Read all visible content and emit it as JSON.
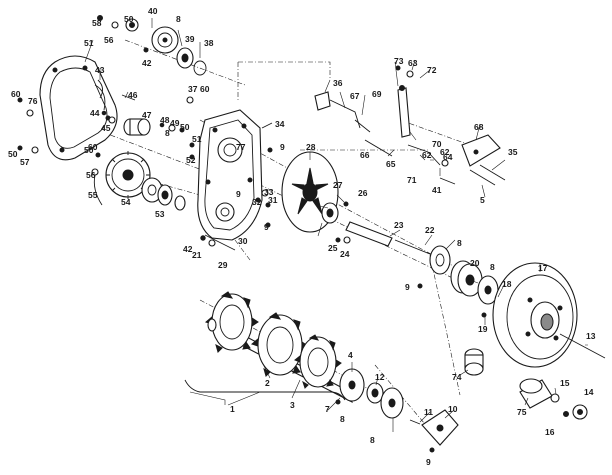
{
  "callouts": {
    "c1": "1",
    "c2": "2",
    "c3": "3",
    "c4": "4",
    "c5": "5",
    "c7": "7",
    "c8a": "8",
    "c8b": "8",
    "c8c": "8",
    "c8d": "8",
    "c8e": "8",
    "c8f": "8",
    "c9a": "9",
    "c9b": "9",
    "c9c": "9",
    "c9d": "9",
    "c9e": "9",
    "c10": "10",
    "c11": "11",
    "c12": "12",
    "c13": "13",
    "c14": "14",
    "c15": "15",
    "c16": "16",
    "c17": "17",
    "c18": "18",
    "c19": "19",
    "c20": "20",
    "c21": "21",
    "c22": "22",
    "c23": "23",
    "c24": "24",
    "c25": "25",
    "c26": "26",
    "c27": "27",
    "c28": "28",
    "c29": "29",
    "c30": "30",
    "c31": "31",
    "c32": "32",
    "c33": "33",
    "c34": "34",
    "c35": "35",
    "c36": "36",
    "c37": "37",
    "c38": "38",
    "c39": "39",
    "c40": "40",
    "c41": "41",
    "c42a": "42",
    "c42b": "42",
    "c43": "43",
    "c44": "44",
    "c45": "45",
    "c46": "46",
    "c47": "47",
    "c48": "48",
    "c49": "49",
    "c50a": "50",
    "c50b": "50",
    "c50c": "50",
    "c50d": "50",
    "c51a": "51",
    "c51b": "51",
    "c52": "52",
    "c53": "53",
    "c54": "54",
    "c55": "55",
    "c56a": "56",
    "c56b": "56",
    "c57": "57",
    "c58": "58",
    "c60a": "60",
    "c60b": "60",
    "c60c": "60",
    "c62a": "62",
    "c62b": "62",
    "c63": "63",
    "c64": "64",
    "c65": "65",
    "c66": "66",
    "c67": "67",
    "c68": "68",
    "c69": "69",
    "c70": "70",
    "c71": "71",
    "c72": "72",
    "c73": "73",
    "c74": "74",
    "c75": "75",
    "c76": "76",
    "c77": "77"
  }
}
